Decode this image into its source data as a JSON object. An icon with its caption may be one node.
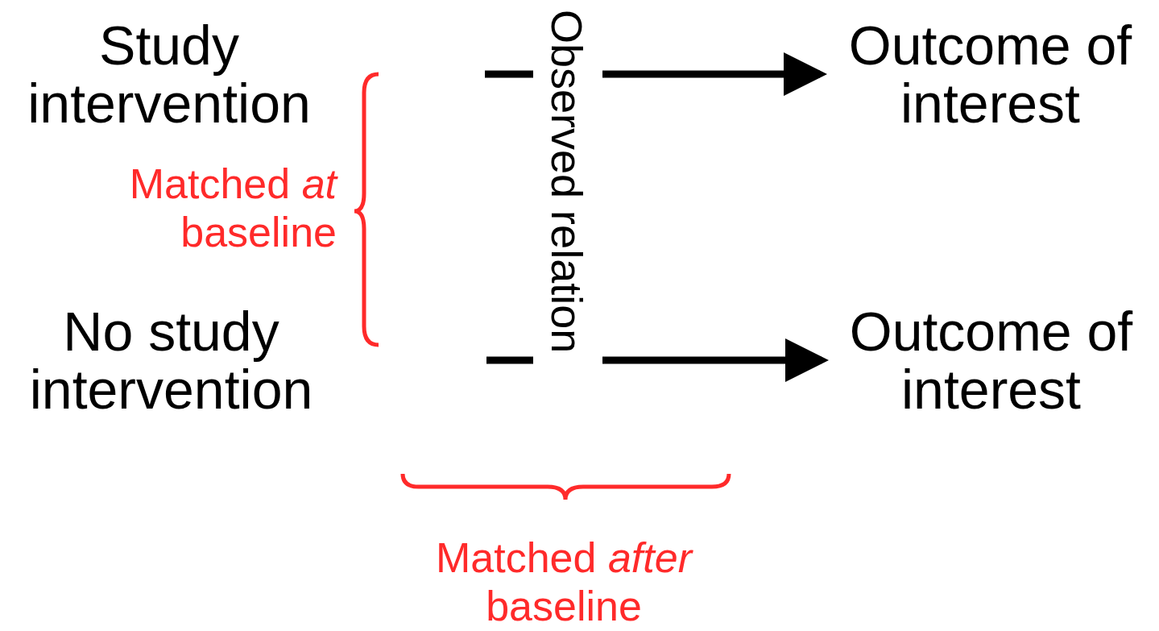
{
  "diagram": {
    "nodes": [
      {
        "text": [
          "Study intervention"
        ]
      },
      {
        "text": [
          "Outcome of interest"
        ]
      },
      {
        "text": [
          "No study intervention"
        ]
      },
      {
        "text": [
          "Outcome of interest"
        ]
      },
      {
        "text": [
          "Observed relation"
        ]
      }
    ],
    "edges": [
      {
        "from": null,
        "to": 1,
        "arrow": "to"
      },
      {
        "from": null,
        "to": 3,
        "arrow": "to"
      }
    ],
    "labels": [
      "Matched *at* baseline",
      "Matched *after* baseline"
    ]
  }
}
